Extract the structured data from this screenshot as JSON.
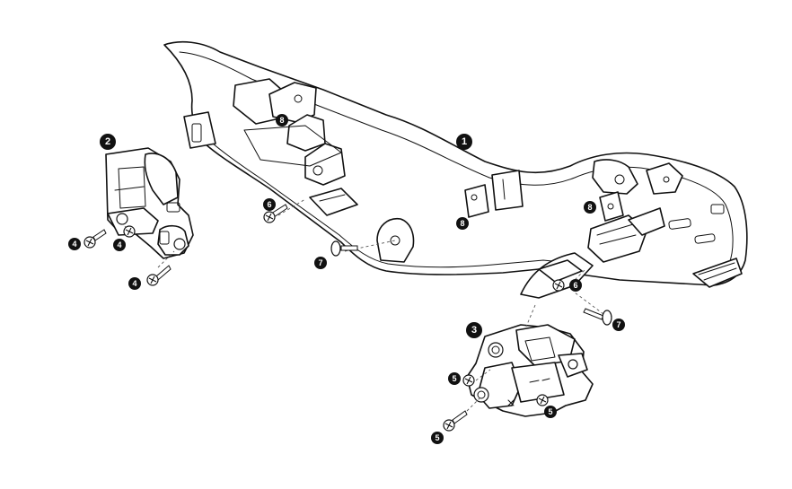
{
  "callouts": {
    "part_1": "1",
    "part_2": "2",
    "part_3": "3",
    "fastener_4": "4",
    "fastener_5": "5",
    "fastener_6": "6",
    "fastener_7": "7",
    "fastener_8": "8"
  }
}
